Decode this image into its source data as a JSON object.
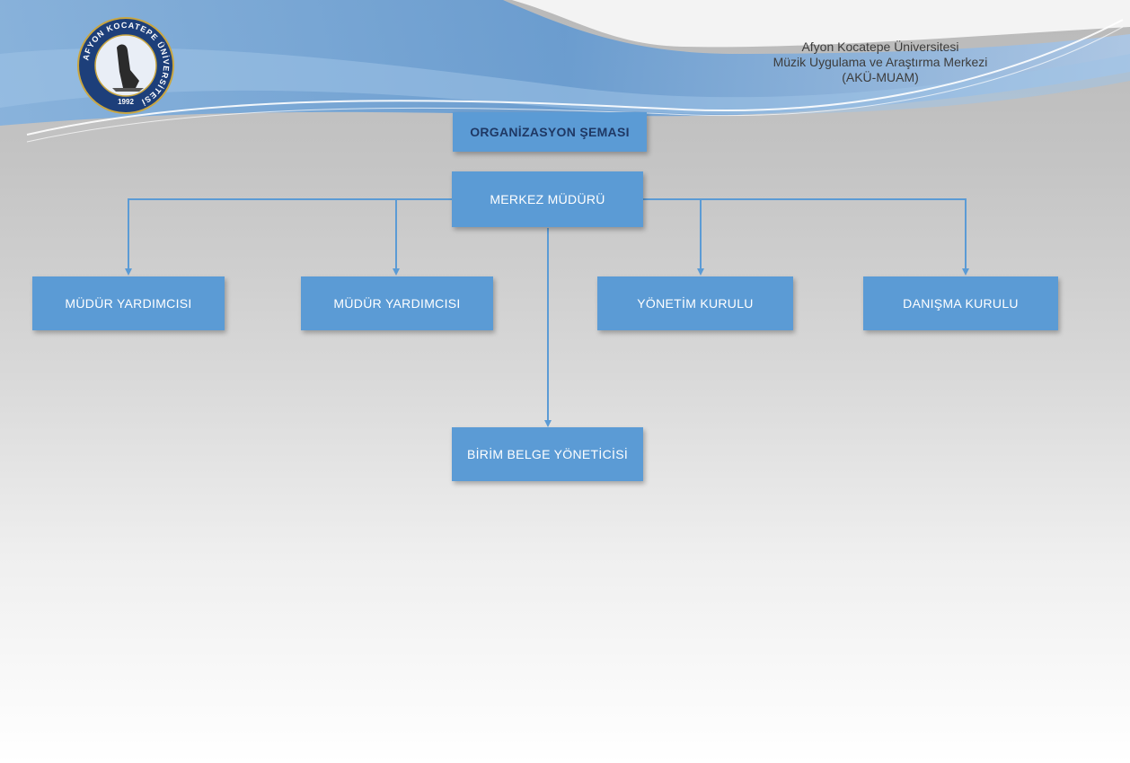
{
  "header": {
    "line1": "Afyon Kocatepe Üniversitesi",
    "line2": "Müzik Uygulama ve Araştırma Merkezi",
    "line3": "(AKÜ-MUAM)"
  },
  "logo": {
    "ring_text": "AFYON KOCATEPE ÜNİVERSİTESİ",
    "year": "1992"
  },
  "chart": {
    "title": "ORGANİZASYON ŞEMASI",
    "root": "MERKEZ MÜDÜRÜ",
    "children": [
      "MÜDÜR YARDIMCISI",
      "MÜDÜR YARDIMCISI",
      "YÖNETİM KURULU",
      "DANIŞMA KURULU"
    ],
    "bottom": "BİRİM BELGE YÖNETİCİSİ"
  },
  "colors": {
    "box": "#5b9bd5",
    "connector": "#5b9bd5",
    "title_text": "#1f3864",
    "header_wave": "#6fa3d8"
  }
}
